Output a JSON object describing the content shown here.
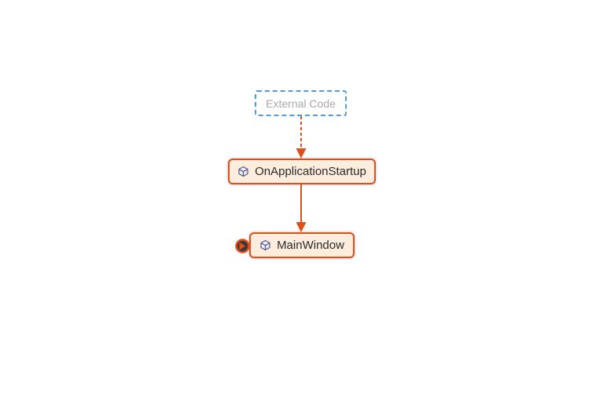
{
  "diagram": {
    "nodes": {
      "external": {
        "label": "External Code"
      },
      "startup": {
        "label": "OnApplicationStartup",
        "icon": "cube-icon"
      },
      "main": {
        "label": "MainWindow",
        "icon": "cube-icon",
        "expander_icon": "expand-arrow-icon"
      }
    },
    "edges": [
      {
        "id": "external-to-onapplicationstartup",
        "from": "External Code",
        "to": "OnApplicationStartup",
        "style": "dashed"
      },
      {
        "id": "onapplicationstartup-to-mainwindow",
        "from": "OnApplicationStartup",
        "to": "MainWindow",
        "style": "solid"
      }
    ],
    "colors": {
      "canvas_bg": "#FFFFFF",
      "edge_orange": "#E04E1C",
      "node_border_orange": "#E04E1C",
      "node_fill": "#FCEDDD",
      "external_border_blue": "#4E9CD8",
      "external_text": "#A8A8A8",
      "label_text": "#2B2B2B",
      "icon_blue": "#4159A4",
      "expander_fill": "#3A3A3A"
    }
  }
}
